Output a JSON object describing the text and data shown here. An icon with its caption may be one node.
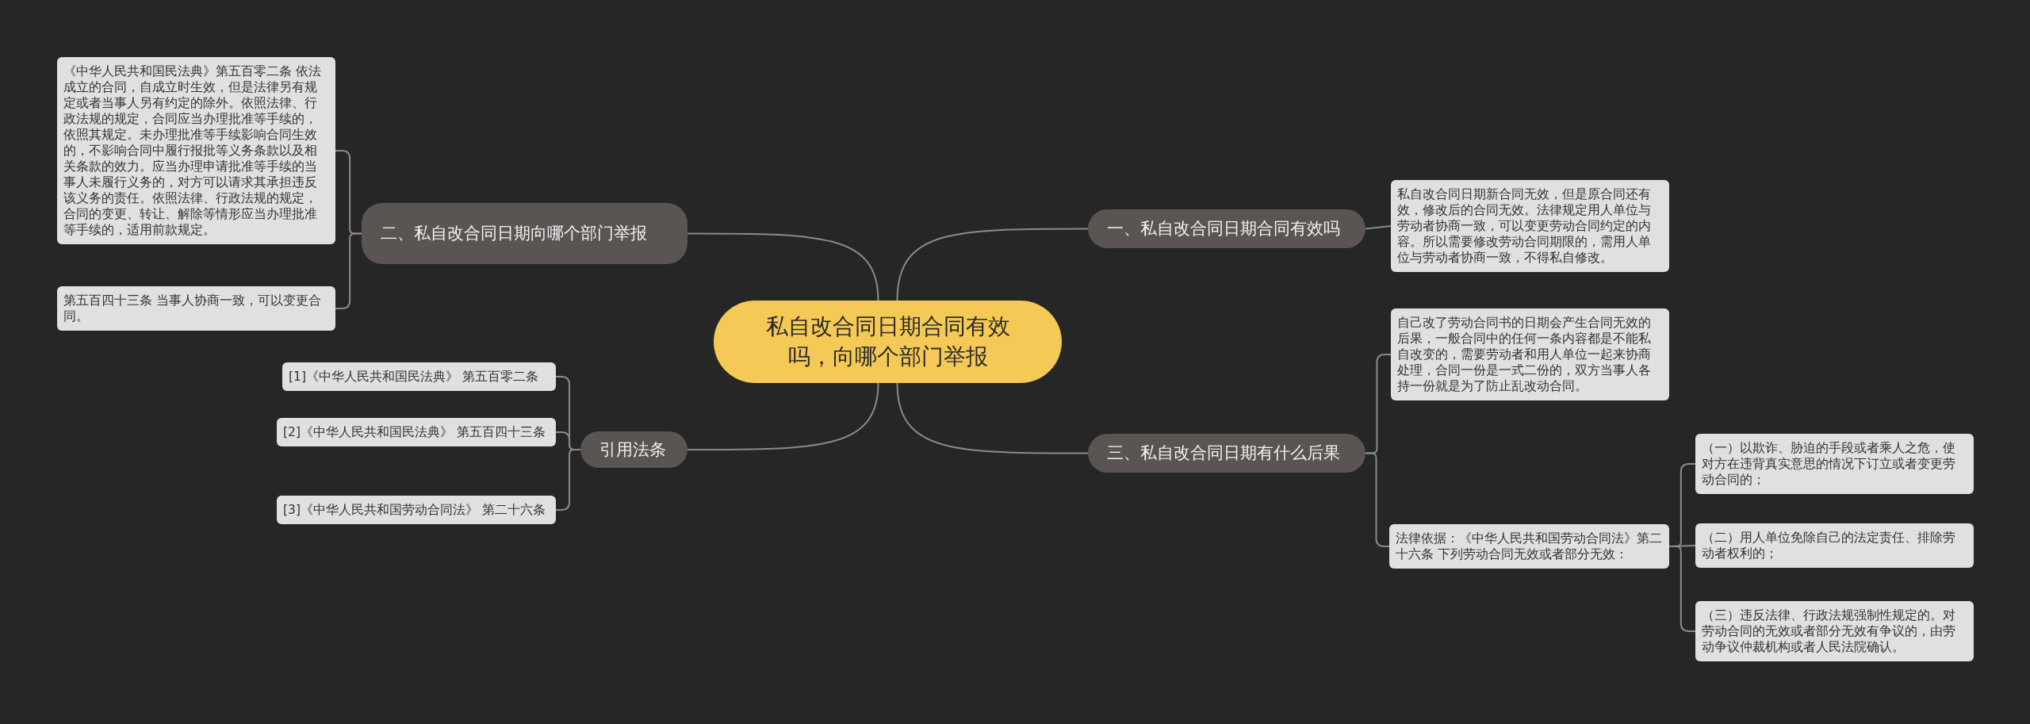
{
  "diagram": {
    "nodes": [
      {
        "text": [
          "私自改合同日期合同有效吗，向哪个部门举报"
        ]
      },
      {
        "text": [
          "一、私自改合同日期合同有效吗"
        ]
      },
      {
        "text": [
          "私自改合同日期新合同无效，但是原合同还有效，修改后的合同无效。法律规定用人单位与劳动者协商一致，可以变更劳动合同约定的内容。所以需要修改劳动合同期限的，需用人单位与劳动者协商一致，不得私自修改。"
        ]
      },
      {
        "text": [
          "三、私自改合同日期有什么后果"
        ]
      },
      {
        "text": [
          "自己改了劳动合同书的日期会产生合同无效的后果，一般合同中的任何一条内容都是不能私自改变的，需要劳动者和用人单位一起来协商处理，合同一份是一式二份的，双方当事人各持一份就是为了防止乱改动合同。"
        ]
      },
      {
        "text": [
          "法律依据：《中华人民共和国劳动合同法》第二十六条 下列劳动合同无效或者部分无效："
        ]
      },
      {
        "text": [
          "（一）以欺诈、胁迫的手段或者乘人之危，使对方在违背真实意思的情况下订立或者变更劳动合同的；"
        ]
      },
      {
        "text": [
          "（二）用人单位免除自己的法定责任、排除劳动者权利的；"
        ]
      },
      {
        "text": [
          "（三）违反法律、行政法规强制性规定的。对劳动合同的无效或者部分无效有争议的，由劳动争议仲裁机构或者人民法院确认。"
        ]
      },
      {
        "text": [
          "二、私自改合同日期向哪个部门举报"
        ]
      },
      {
        "text": [
          "《中华人民共和国民法典》第五百零二条 依法成立的合同，自成立时生效，但是法律另有规定或者当事人另有约定的除外。依照法律、行政法规的规定，合同应当办理批准等手续的，依照其规定。未办理批准等手续影响合同生效的，不影响合同中履行报批等义务条款以及相关条款的效力。应当办理申请批准等手续的当事人未履行义务的，对方可以请求其承担违反该义务的责任。依照法律、行政法规的规定，合同的变更、转让、解除等情形应当办理批准等手续的，适用前款规定。"
        ]
      },
      {
        "text": [
          "第五百四十三条 当事人协商一致，可以变更合同。"
        ]
      },
      {
        "text": [
          "引用法条"
        ]
      },
      {
        "text": [
          "[1]《中华人民共和国民法典》 第五百零二条"
        ]
      },
      {
        "text": [
          "[2]《中华人民共和国民法典》 第五百四十三条"
        ]
      },
      {
        "text": [
          "[3]《中华人民共和国劳动合同法》 第二十六条"
        ]
      }
    ],
    "edges": [
      {
        "from": 0,
        "to": 1,
        "arrow": "none"
      },
      {
        "from": 1,
        "to": 2,
        "arrow": "none"
      },
      {
        "from": 0,
        "to": 3,
        "arrow": "none"
      },
      {
        "from": 3,
        "to": 4,
        "arrow": "none"
      },
      {
        "from": 3,
        "to": 5,
        "arrow": "none"
      },
      {
        "from": 5,
        "to": 6,
        "arrow": "none"
      },
      {
        "from": 5,
        "to": 7,
        "arrow": "none"
      },
      {
        "from": 5,
        "to": 8,
        "arrow": "none"
      },
      {
        "from": 0,
        "to": 9,
        "arrow": "none"
      },
      {
        "from": 9,
        "to": 10,
        "arrow": "none"
      },
      {
        "from": 9,
        "to": 11,
        "arrow": "none"
      },
      {
        "from": 0,
        "to": 12,
        "arrow": "none"
      },
      {
        "from": 12,
        "to": 13,
        "arrow": "none"
      },
      {
        "from": 12,
        "to": 14,
        "arrow": "none"
      },
      {
        "from": 12,
        "to": 15,
        "arrow": "none"
      }
    ]
  }
}
